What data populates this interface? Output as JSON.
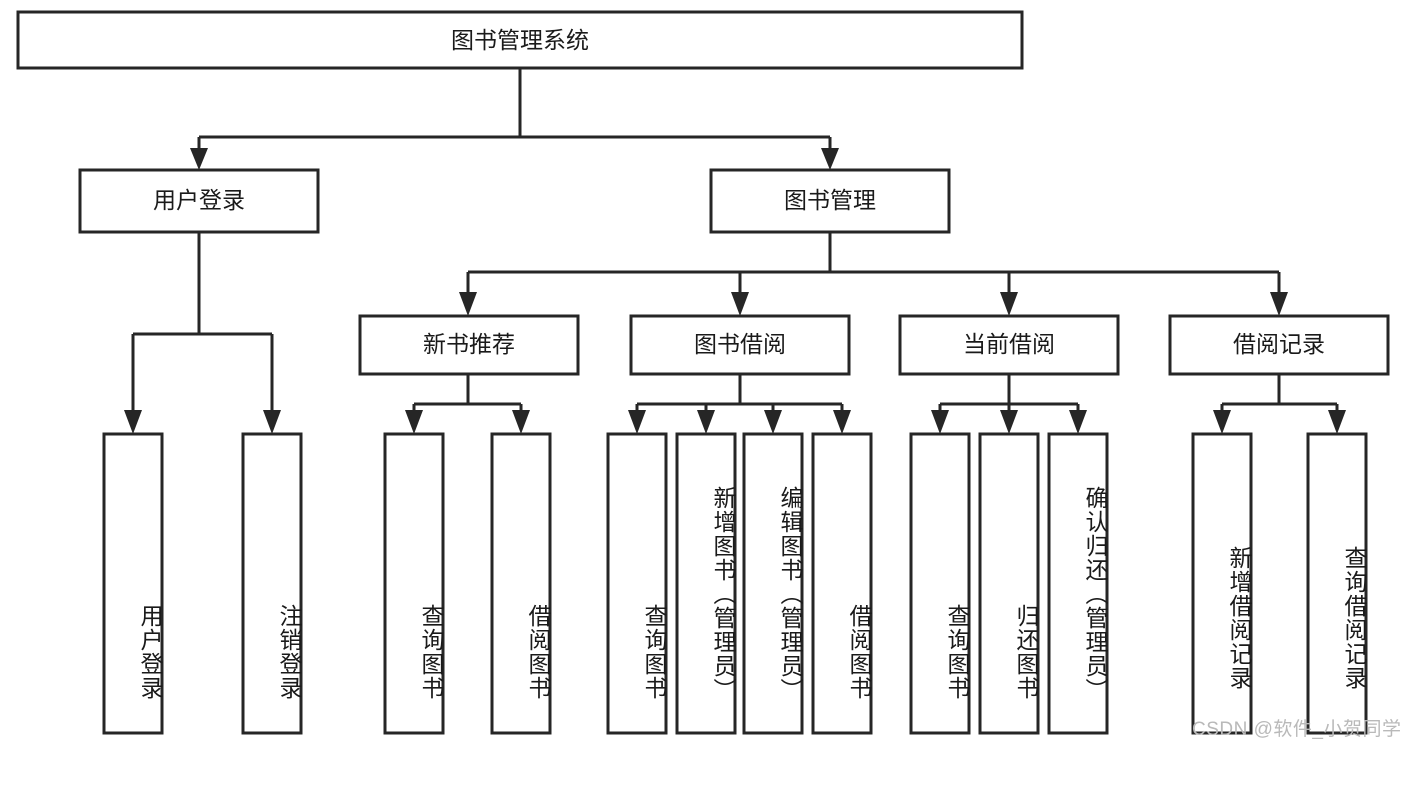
{
  "diagram": {
    "type": "hierarchy-tree",
    "title": "图书管理系统",
    "orientation": "top-down",
    "watermark": "CSDN @软件_小贺同学",
    "colors": {
      "stroke": "#262626",
      "fill": "#ffffff",
      "text": "#1a1a1a",
      "watermark": "#b9b9b9",
      "background": "#ffffff"
    },
    "levels": {
      "root": {
        "label": "图书管理系统"
      },
      "level2": [
        {
          "label": "用户登录"
        },
        {
          "label": "图书管理"
        }
      ],
      "level3": [
        {
          "label": "新书推荐"
        },
        {
          "label": "图书借阅"
        },
        {
          "label": "当前借阅"
        },
        {
          "label": "借阅记录"
        }
      ],
      "leaves": {
        "user_login": [
          {
            "label": "用户登录"
          },
          {
            "label": "注销登录"
          }
        ],
        "new_book_recommend": [
          {
            "label": "查询图书"
          },
          {
            "label": "借阅图书"
          }
        ],
        "book_borrow": [
          {
            "label": "查询图书"
          },
          {
            "label": "新增图书（管理员）"
          },
          {
            "label": "编辑图书（管理员）"
          },
          {
            "label": "借阅图书"
          }
        ],
        "current_borrow": [
          {
            "label": "查询图书"
          },
          {
            "label": "归还图书"
          },
          {
            "label": "确认归还（管理员）"
          }
        ],
        "borrow_record": [
          {
            "label": "新增借阅记录"
          },
          {
            "label": "查询借阅记录"
          }
        ]
      }
    }
  }
}
